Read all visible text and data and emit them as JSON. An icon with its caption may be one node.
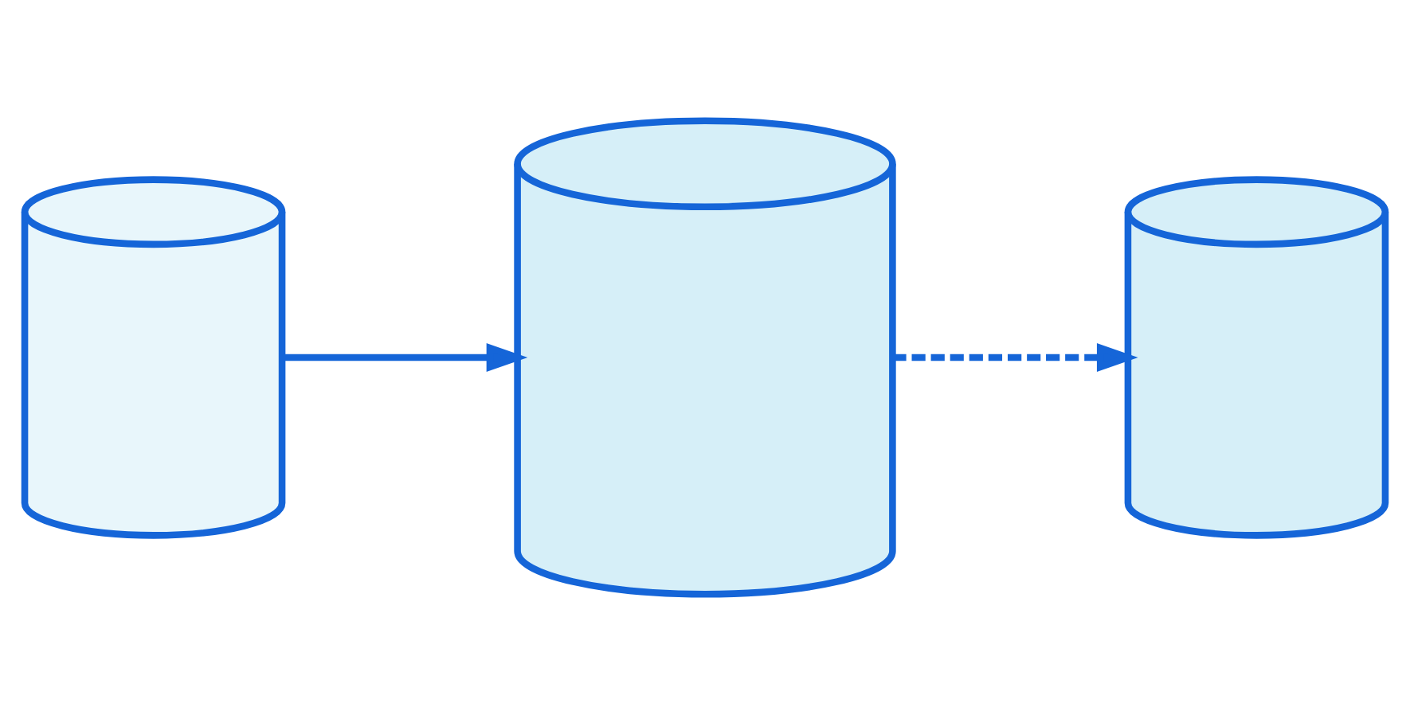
{
  "diagram": {
    "nodes": [
      {
        "text": [],
        "shape": "cylinder"
      },
      {
        "text": [],
        "shape": "cylinder"
      },
      {
        "text": [],
        "shape": "cylinder"
      }
    ],
    "edges": [
      {
        "from": 0,
        "to": 1,
        "arrow": "to"
      },
      {
        "from": 1,
        "to": 2,
        "arrow": "to",
        "style": "dashed"
      }
    ]
  }
}
